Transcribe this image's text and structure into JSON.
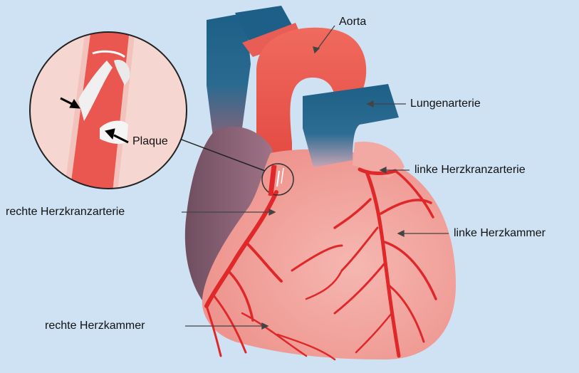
{
  "labels": {
    "aorta": "Aorta",
    "pulmonary_artery": "Lungenarterie",
    "left_coronary_artery": "linke Herzkranzarterie",
    "right_coronary_artery": "rechte Herzkranzarterie",
    "left_ventricle": "linke Herzkammer",
    "right_ventricle": "rechte Herzkammer",
    "plaque": "Plaque"
  },
  "colors": {
    "background": "#cfe2f3",
    "heart_muscle": "#f4a6a2",
    "right_side_shade": "#8a6070",
    "vein_blue": "#1d5f86",
    "aorta_red": "#ee5a50",
    "coronary_vessels": "#e0282a",
    "plaque": "#ffffff",
    "label_text": "#111111",
    "leader_line": "#444444"
  }
}
